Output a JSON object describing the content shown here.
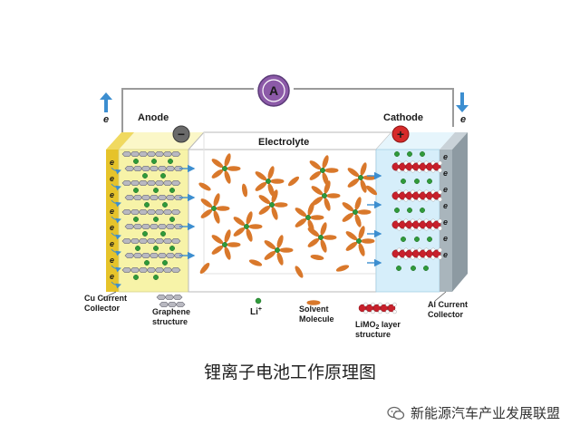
{
  "diagram": {
    "ammeter": "A",
    "electron_left": "e",
    "electron_right": "e",
    "anode": "Anode",
    "cathode": "Cathode",
    "electrolyte": "Electrolyte",
    "minus": "−",
    "plus": "+",
    "electron_symbol": "e",
    "legend": {
      "cu_line1": "Cu Current",
      "cu_line2": "Collector",
      "graphene_line1": "Graphene",
      "graphene_line2": "structure",
      "li_main": "Li",
      "li_sup": "+",
      "solvent_line1": "Solvent",
      "solvent_line2": "Molecule",
      "limo2_line1": "LiMO",
      "limo2_sub": "2",
      "limo2_line1_end": " layer",
      "limo2_line2": "structure",
      "al_line1": "Al Current",
      "al_line2": "Collector"
    }
  },
  "caption": "锂离子电池工作原理图",
  "watermark": {
    "icon": "wechat-icon",
    "text": "新能源汽车产业发展联盟"
  },
  "colors": {
    "cu_collector": "#e6c32a",
    "anode_layer": "#f7f3a8",
    "electrolyte_front": "#ffffff",
    "cathode_layer": "#d6eefa",
    "al_collector": "#a9b5bc",
    "solvent": "#d9782b",
    "li_ion": "#2f9a3a",
    "cathode_red": "#c8202b",
    "ammeter": "#8c5aa8",
    "arrow": "#3c8ed0"
  }
}
